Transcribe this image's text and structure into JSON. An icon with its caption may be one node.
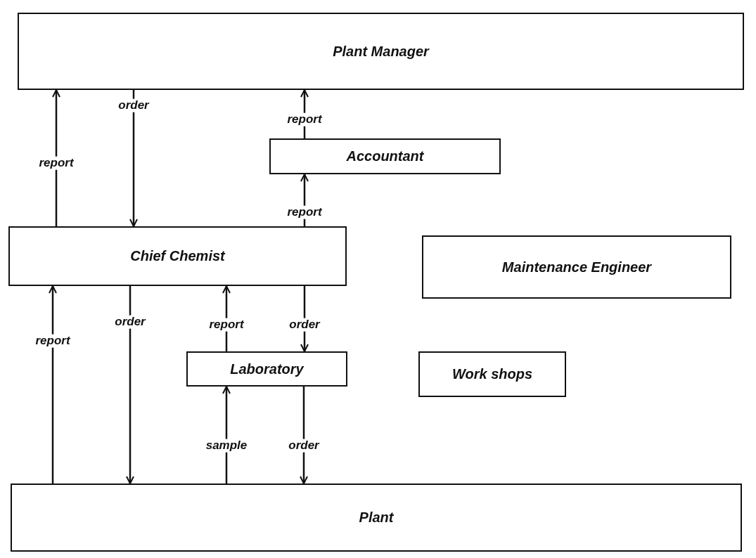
{
  "diagram": {
    "nodes": [
      {
        "text": [
          "Plant Manager"
        ]
      },
      {
        "text": [
          "Accountant"
        ]
      },
      {
        "text": [
          "Chief Chemist"
        ]
      },
      {
        "text": [
          "Maintenance Engineer"
        ]
      },
      {
        "text": [
          "Laboratory"
        ]
      },
      {
        "text": [
          "Work shops"
        ]
      },
      {
        "text": [
          "Plant"
        ]
      }
    ],
    "edges": [
      {
        "from": 2,
        "to": 0,
        "arrow": "to",
        "label": "report"
      },
      {
        "from": 0,
        "to": 2,
        "arrow": "to",
        "label": "order"
      },
      {
        "from": 1,
        "to": 0,
        "arrow": "to",
        "label": "report"
      },
      {
        "from": 2,
        "to": 1,
        "arrow": "to",
        "label": "report"
      },
      {
        "from": 6,
        "to": 2,
        "arrow": "to",
        "label": "report"
      },
      {
        "from": 2,
        "to": 6,
        "arrow": "to",
        "label": "order"
      },
      {
        "from": 4,
        "to": 2,
        "arrow": "to",
        "label": "report"
      },
      {
        "from": 2,
        "to": 4,
        "arrow": "to",
        "label": "order"
      },
      {
        "from": 6,
        "to": 4,
        "arrow": "to",
        "label": "sample"
      },
      {
        "from": 4,
        "to": 6,
        "arrow": "to",
        "label": "order"
      }
    ]
  }
}
